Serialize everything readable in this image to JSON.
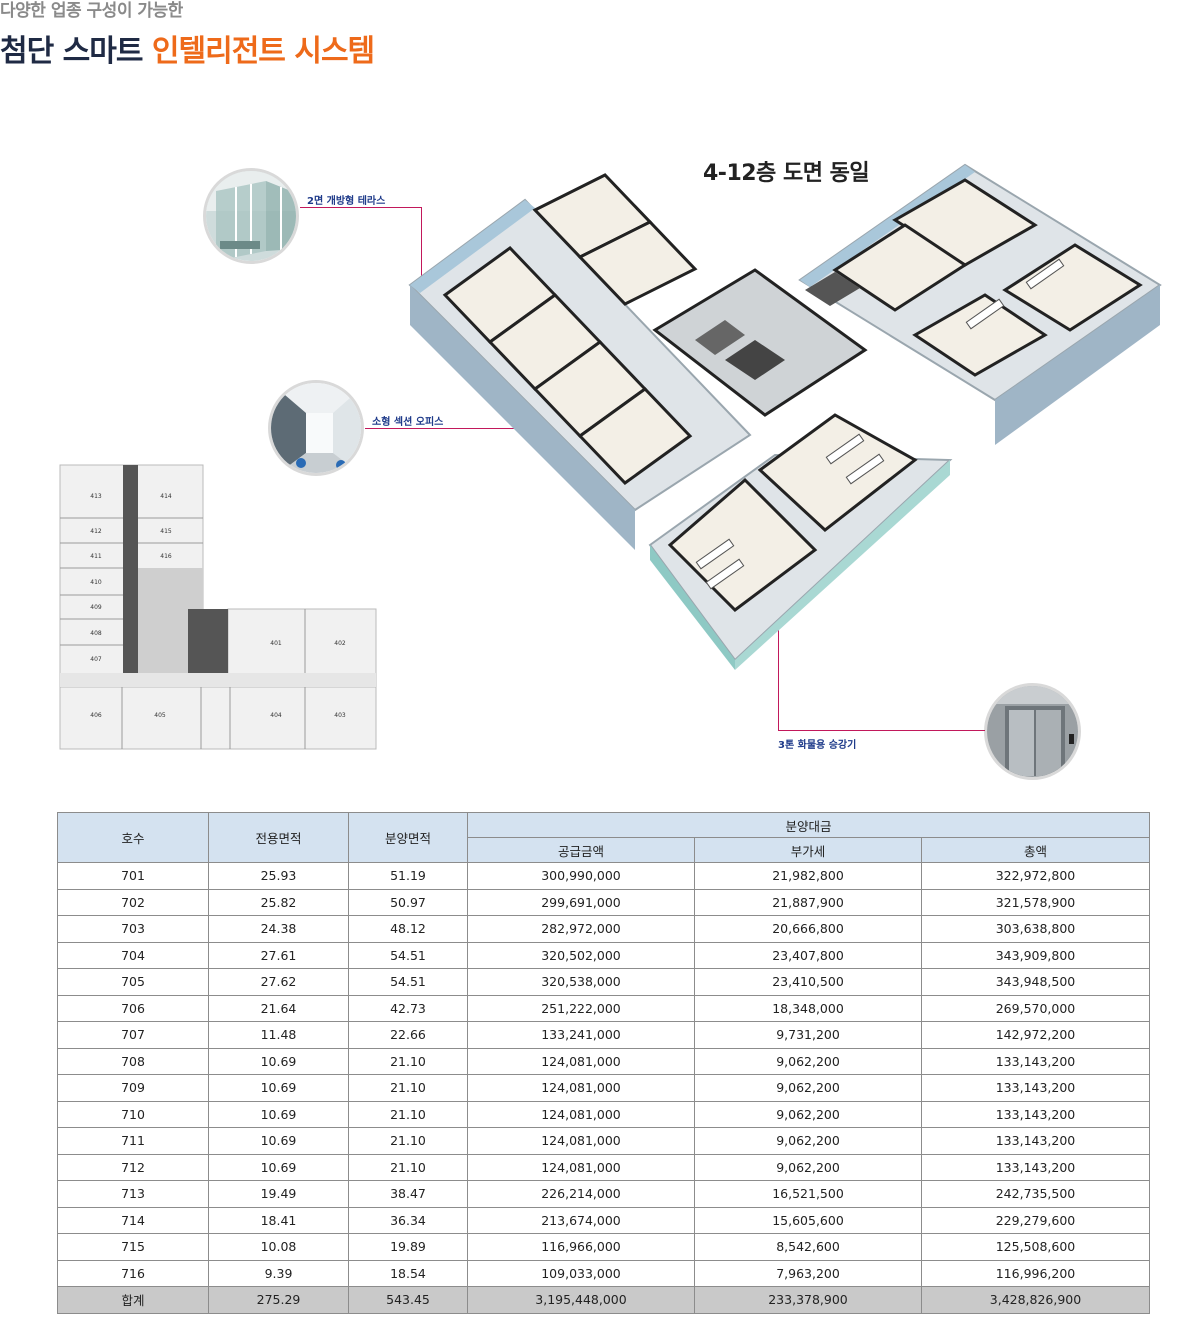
{
  "header": {
    "subtitle": "다양한 업종 구성이 가능한",
    "title_dark": "첨단 스마트",
    "title_orange": "인텔리전트 시스템"
  },
  "floor_note": "4-12층 도면 동일",
  "callouts": [
    {
      "label": "2면 개방형 테라스",
      "icon": "glass-terrace-photo"
    },
    {
      "label": "소형 섹션 오피스",
      "icon": "office-corridor-photo"
    },
    {
      "label": "3톤 화물용 승강기",
      "icon": "freight-elevator-photo"
    }
  ],
  "floor_plan": {
    "units": [
      "413",
      "414",
      "412",
      "415",
      "411",
      "416",
      "410",
      "409",
      "408",
      "407",
      "401",
      "402",
      "406",
      "405",
      "404",
      "403"
    ]
  },
  "table": {
    "headers": {
      "unit": "호수",
      "exclusive_area": "전용면적",
      "sale_area": "분양면적",
      "price_group": "분양대금",
      "supply_price": "공급금액",
      "vat": "부가세",
      "total": "총액"
    },
    "rows": [
      [
        "701",
        "25.93",
        "51.19",
        "300,990,000",
        "21,982,800",
        "322,972,800"
      ],
      [
        "702",
        "25.82",
        "50.97",
        "299,691,000",
        "21,887,900",
        "321,578,900"
      ],
      [
        "703",
        "24.38",
        "48.12",
        "282,972,000",
        "20,666,800",
        "303,638,800"
      ],
      [
        "704",
        "27.61",
        "54.51",
        "320,502,000",
        "23,407,800",
        "343,909,800"
      ],
      [
        "705",
        "27.62",
        "54.51",
        "320,538,000",
        "23,410,500",
        "343,948,500"
      ],
      [
        "706",
        "21.64",
        "42.73",
        "251,222,000",
        "18,348,000",
        "269,570,000"
      ],
      [
        "707",
        "11.48",
        "22.66",
        "133,241,000",
        "9,731,200",
        "142,972,200"
      ],
      [
        "708",
        "10.69",
        "21.10",
        "124,081,000",
        "9,062,200",
        "133,143,200"
      ],
      [
        "709",
        "10.69",
        "21.10",
        "124,081,000",
        "9,062,200",
        "133,143,200"
      ],
      [
        "710",
        "10.69",
        "21.10",
        "124,081,000",
        "9,062,200",
        "133,143,200"
      ],
      [
        "711",
        "10.69",
        "21.10",
        "124,081,000",
        "9,062,200",
        "133,143,200"
      ],
      [
        "712",
        "10.69",
        "21.10",
        "124,081,000",
        "9,062,200",
        "133,143,200"
      ],
      [
        "713",
        "19.49",
        "38.47",
        "226,214,000",
        "16,521,500",
        "242,735,500"
      ],
      [
        "714",
        "18.41",
        "36.34",
        "213,674,000",
        "15,605,600",
        "229,279,600"
      ],
      [
        "715",
        "10.08",
        "19.89",
        "116,966,000",
        "8,542,600",
        "125,508,600"
      ],
      [
        "716",
        "9.39",
        "18.54",
        "109,033,000",
        "7,963,200",
        "116,996,200"
      ]
    ],
    "total_row": [
      "합계",
      "275.29",
      "543.45",
      "3,195,448,000",
      "233,378,900",
      "3,428,826,900"
    ]
  }
}
